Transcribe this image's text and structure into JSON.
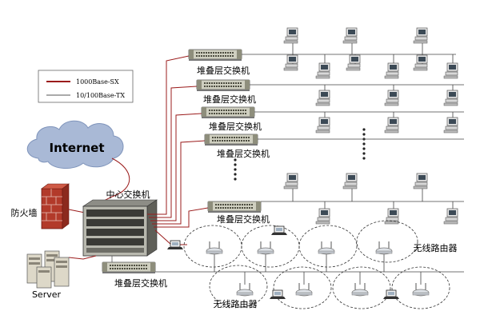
{
  "legend": {
    "items": [
      {
        "label": "1000Base-SX",
        "color": "#9b1c1c"
      },
      {
        "label": "10/100Base-TX",
        "color": "#555555"
      }
    ]
  },
  "cloud": {
    "label": "Internet",
    "color": "#a9b9d6"
  },
  "firewall": {
    "label": "防火墙"
  },
  "core_switch": {
    "label": "中心交换机"
  },
  "server": {
    "label": "Server"
  },
  "stack_switch_label": "堆叠层交换机",
  "wireless_router_label": "无线路由器",
  "colors": {
    "fiber": "#9b1c1c",
    "copper": "#444444",
    "wifi_ring": "#333333",
    "switch_body": "#cfcfc0",
    "brick": "#b23a2a"
  },
  "icons": {
    "switch": "switch-icon",
    "workstation": "desktop-computer-icon",
    "laptop": "laptop-icon",
    "access_point": "wireless-access-point-icon",
    "server": "server-icon",
    "firewall": "firewall-brick-icon",
    "cloud": "cloud-icon"
  }
}
